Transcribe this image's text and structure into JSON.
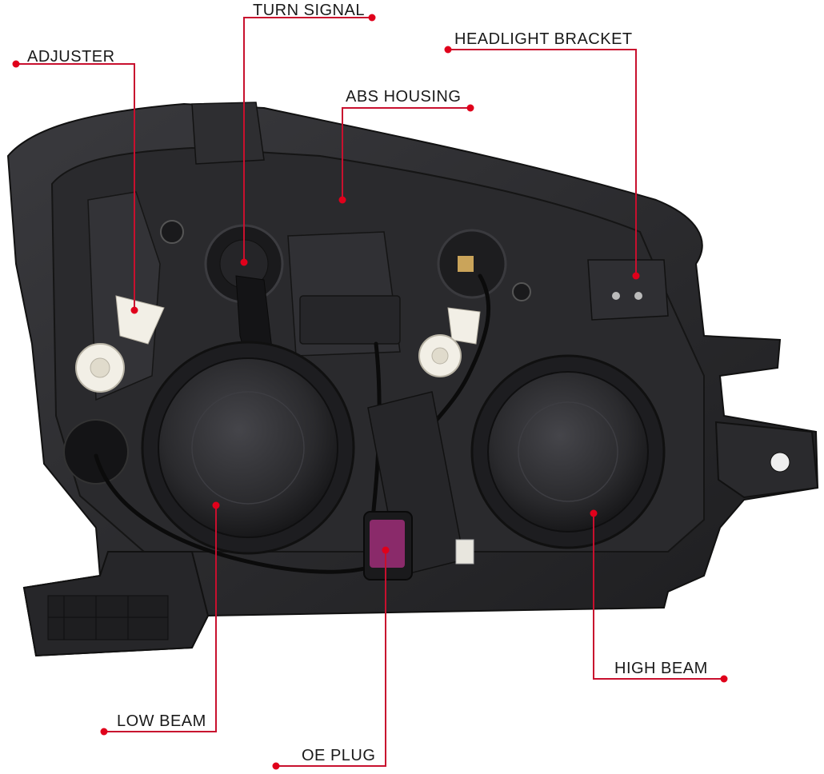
{
  "product": {
    "name": "headlight-assembly-rear-view"
  },
  "callouts": [
    {
      "id": "turn-signal",
      "label": "TURN SIGNAL"
    },
    {
      "id": "adjuster",
      "label": "ADJUSTER"
    },
    {
      "id": "headlight-bracket",
      "label": "HEADLIGHT BRACKET"
    },
    {
      "id": "abs-housing",
      "label": "ABS HOUSING"
    },
    {
      "id": "high-beam",
      "label": "HIGH BEAM"
    },
    {
      "id": "low-beam",
      "label": "LOW BEAM"
    },
    {
      "id": "oe-plug",
      "label": "OE PLUG"
    }
  ],
  "colors": {
    "callout_line": "#c8102e",
    "callout_dot": "#e0001b",
    "housing_dark": "#1c1c1e",
    "housing_mid": "#2b2b2e",
    "housing_light": "#3a3a3e",
    "adjuster_gear": "#f2efe6",
    "plug": "#8a2a6a"
  }
}
